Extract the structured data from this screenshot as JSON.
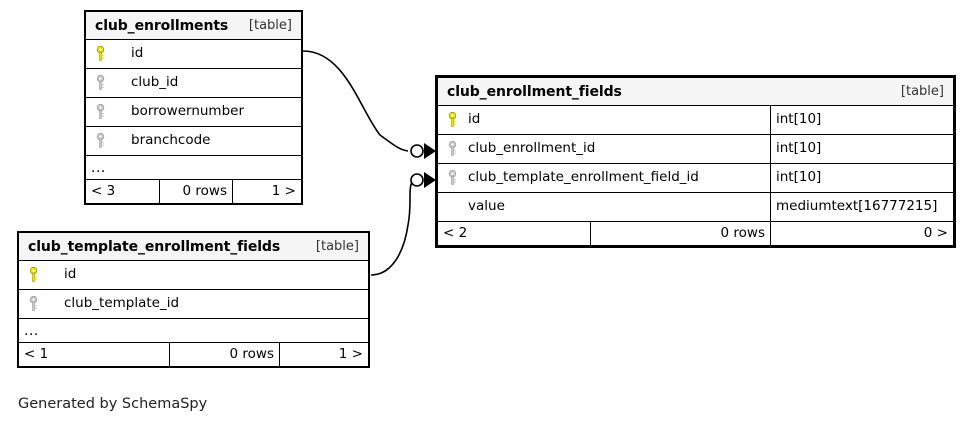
{
  "diagram": {
    "generator_caption": "Generated by SchemaSpy",
    "kind_label": "[table]",
    "ellipsis": "...",
    "rows_label": "0 rows",
    "colors": {
      "primary_key": "#e8e800",
      "foreign_key": "#bdbdbd",
      "header_bg": "#f5f5f5",
      "border": "#000000",
      "background": "#ffffff"
    }
  },
  "tables": [
    {
      "id": "club_enrollments",
      "name": "club_enrollments",
      "kind": "[table]",
      "columns": [
        {
          "name": "id",
          "key": "primary",
          "type": ""
        },
        {
          "name": "club_id",
          "key": "foreign",
          "type": ""
        },
        {
          "name": "borrowernumber",
          "key": "foreign",
          "type": ""
        },
        {
          "name": "branchcode",
          "key": "foreign",
          "type": ""
        }
      ],
      "has_more": true,
      "more_indicator": "...",
      "footer": {
        "prev": "< 3",
        "rows": "0 rows",
        "next": "1 >"
      }
    },
    {
      "id": "club_enrollment_fields",
      "name": "club_enrollment_fields",
      "kind": "[table]",
      "focal": true,
      "columns": [
        {
          "name": "id",
          "key": "primary",
          "type": "int[10]"
        },
        {
          "name": "club_enrollment_id",
          "key": "foreign",
          "type": "int[10]"
        },
        {
          "name": "club_template_enrollment_field_id",
          "key": "foreign",
          "type": "int[10]"
        },
        {
          "name": "value",
          "key": "none",
          "type": "mediumtext[16777215]"
        }
      ],
      "has_more": false,
      "footer": {
        "prev": "< 2",
        "rows": "0 rows",
        "next": "0 >"
      }
    },
    {
      "id": "club_template_enrollment_fields",
      "name": "club_template_enrollment_fields",
      "kind": "[table]",
      "columns": [
        {
          "name": "id",
          "key": "primary",
          "type": ""
        },
        {
          "name": "club_template_id",
          "key": "foreign",
          "type": ""
        }
      ],
      "has_more": true,
      "more_indicator": "...",
      "footer": {
        "prev": "< 1",
        "rows": "0 rows",
        "next": "1 >"
      }
    }
  ],
  "relationships": [
    {
      "from_table": "club_enrollments",
      "from_column": "id",
      "to_table": "club_enrollment_fields",
      "to_column": "club_enrollment_id"
    },
    {
      "from_table": "club_template_enrollment_fields",
      "from_column": "id",
      "to_table": "club_enrollment_fields",
      "to_column": "club_template_enrollment_field_id"
    }
  ]
}
